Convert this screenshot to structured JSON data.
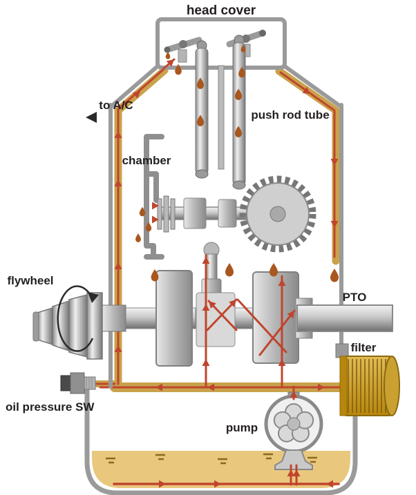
{
  "labels": {
    "head_cover": "head cover",
    "to_ac": "to A/C",
    "push_rod_tube": "push rod tube",
    "chamber": "chamber",
    "flywheel": "flywheel",
    "pto": "PTO",
    "filter": "filter",
    "oil_pressure_sw": "oil pressure SW",
    "pump": "pump"
  },
  "colors": {
    "oil_flow_red": "#c0452e",
    "oil_passage_gold": "#c9a24b",
    "oil_drop_brown": "#a8571e",
    "sump_oil": "#e9c87e",
    "filter_gold": "#d2a63c",
    "case_gray": "#9a9a9a",
    "label_text": "#231f20"
  }
}
